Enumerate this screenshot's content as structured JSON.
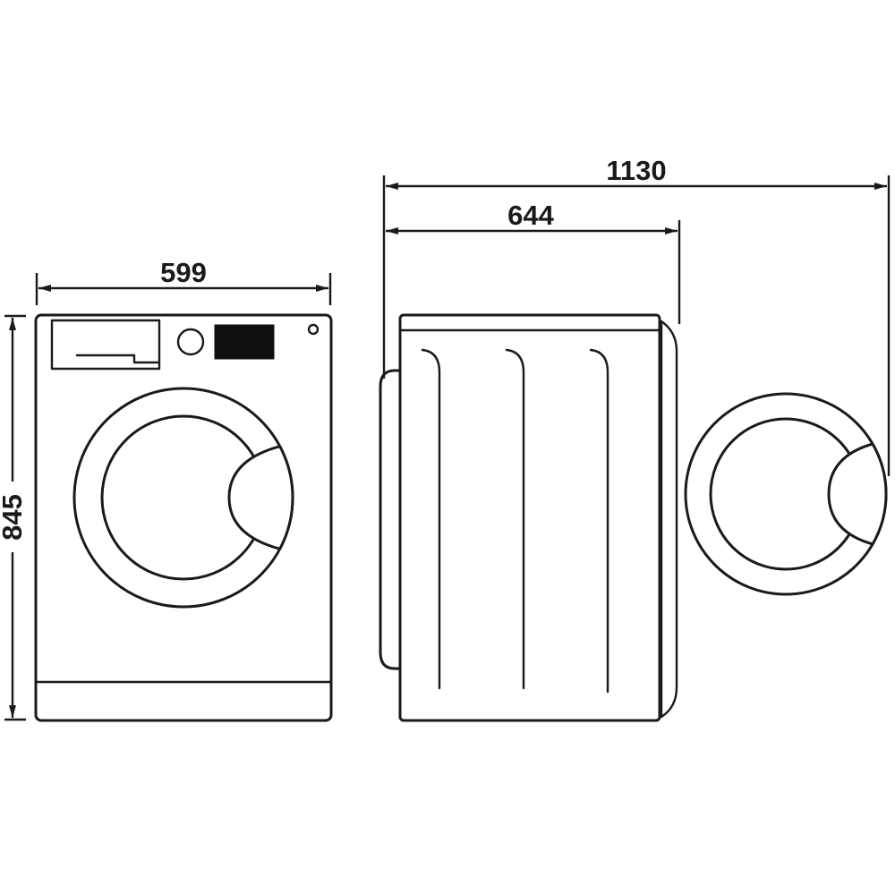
{
  "page": {
    "background": "#ffffff",
    "line_color": "#1a1a1a"
  },
  "diagram": {
    "type": "technical dimension drawing",
    "subject": "front-loading washing machine, front view and side view with open door",
    "dimensions": {
      "front_width": "599",
      "front_height": "845",
      "side_total_depth": "1130",
      "side_body_depth": "644"
    }
  }
}
